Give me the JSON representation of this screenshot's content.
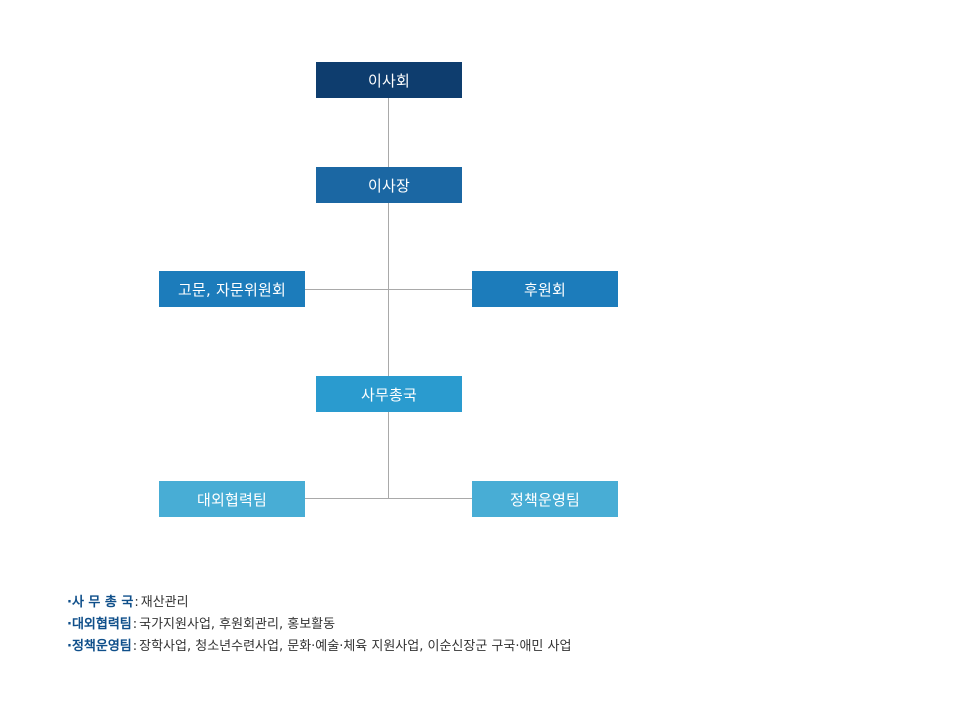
{
  "org_chart": {
    "board": "이사회",
    "chairman": "이사장",
    "advisory": "고문, 자문위원회",
    "supporters": "후원회",
    "secretariat": "사무총국",
    "external_team": "대외협력팀",
    "policy_team": "정책운영팀"
  },
  "legend": [
    {
      "key": "·사 무 총 국",
      "separator": ":",
      "desc": "재산관리"
    },
    {
      "key": "·대외협력팀",
      "separator": ":",
      "desc": "국가지원사업, 후원회관리, 홍보활동"
    },
    {
      "key": "·정책운영팀",
      "separator": ":",
      "desc": "장학사업, 청소년수련사업, 문화·예술·체육 지원사업, 이순신장군 구국·애민 사업"
    }
  ],
  "colors": {
    "board": "#0e3d6e",
    "chairman": "#1b67a3",
    "level2": "#1c7cbb",
    "secretariat": "#2a9bcf",
    "teams": "#48add5",
    "connector": "#a9a9a9",
    "legend_key": "#0f4f8a"
  }
}
